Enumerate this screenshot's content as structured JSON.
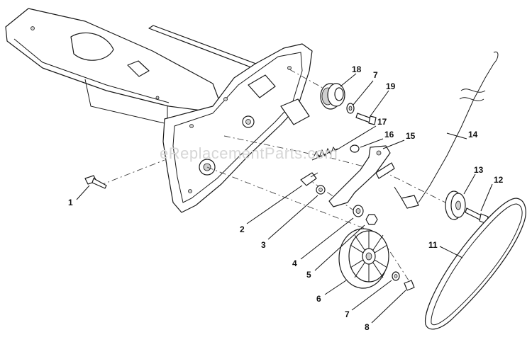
{
  "watermark": "eReplacementParts.com",
  "callouts": [
    {
      "id": "c1",
      "label": "1"
    },
    {
      "id": "c2",
      "label": "2"
    },
    {
      "id": "c3",
      "label": "3"
    },
    {
      "id": "c4",
      "label": "4"
    },
    {
      "id": "c5",
      "label": "5"
    },
    {
      "id": "c6",
      "label": "6"
    },
    {
      "id": "c7a",
      "label": "7"
    },
    {
      "id": "c7b",
      "label": "7"
    },
    {
      "id": "c8",
      "label": "8"
    },
    {
      "id": "c11",
      "label": "11"
    },
    {
      "id": "c12",
      "label": "12"
    },
    {
      "id": "c13",
      "label": "13"
    },
    {
      "id": "c14",
      "label": "14"
    },
    {
      "id": "c15",
      "label": "15"
    },
    {
      "id": "c16",
      "label": "16"
    },
    {
      "id": "c17",
      "label": "17"
    },
    {
      "id": "c18",
      "label": "18"
    },
    {
      "id": "c19",
      "label": "19"
    }
  ]
}
